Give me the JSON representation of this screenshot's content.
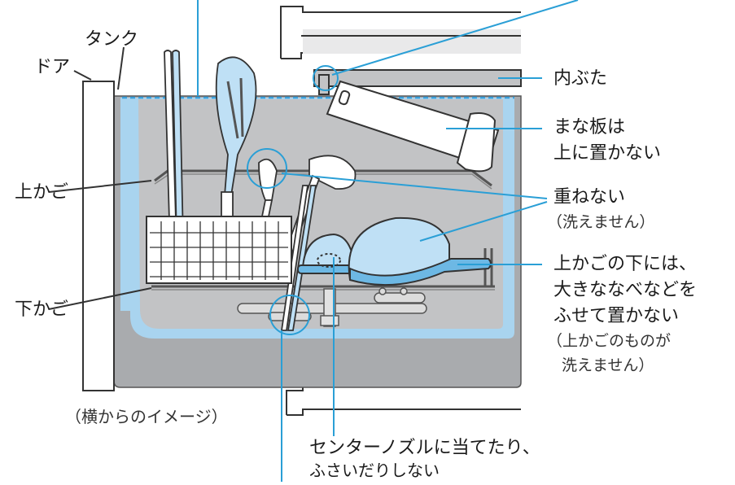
{
  "labels": {
    "tank": "タンク",
    "door": "ドア",
    "upper_basket": "上かご",
    "lower_basket": "下かご",
    "caption": "（横からのイメージ）",
    "inner_lid": "内ぶた",
    "cutting_board_line1": "まな板は",
    "cutting_board_line2": "上に置かない",
    "no_stack": "重ねない",
    "no_stack_note": "（洗えません）",
    "upper_under_line1": "上かごの下には、",
    "upper_under_line2": "大きななべなどを",
    "upper_under_line3": "ふせて置かない",
    "upper_under_note1": "（上かごのものが",
    "upper_under_note2": "洗えません）",
    "nozzle_line1": "センターノズルに当てたり、",
    "nozzle_line2": "ふさいだりしない"
  },
  "colors": {
    "water": "#a9d4ef",
    "water_line": "#3aa0dc",
    "leader": "#2a9fd6",
    "tank_gray": "#a9abae",
    "inner_gray": "#c2c3c5",
    "dish_fill": "#bfe0f5",
    "outline": "#333333"
  }
}
